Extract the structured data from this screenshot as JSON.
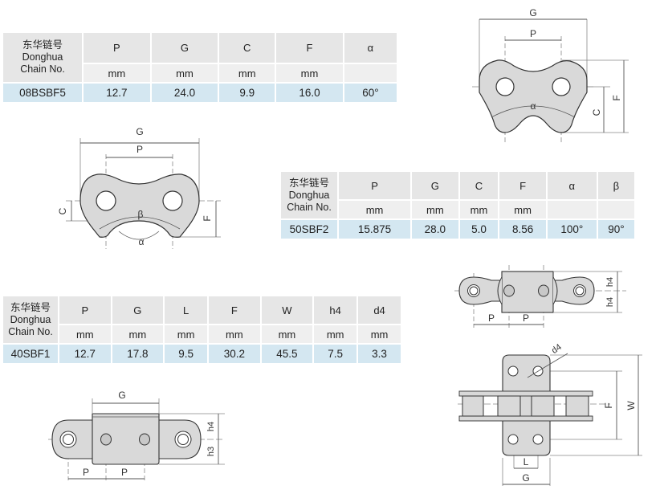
{
  "label": {
    "cn": "东华链号",
    "en1": "Donghua",
    "en2": "Chain No."
  },
  "unit": "mm",
  "table1": {
    "headers": [
      "P",
      "G",
      "C",
      "F",
      "α"
    ],
    "units": [
      "mm",
      "mm",
      "mm",
      "mm",
      ""
    ],
    "row": {
      "name": "08BSBF5",
      "values": [
        "12.7",
        "24.0",
        "9.9",
        "16.0",
        "60°"
      ]
    }
  },
  "table2": {
    "headers": [
      "P",
      "G",
      "C",
      "F",
      "α",
      "β"
    ],
    "units": [
      "mm",
      "mm",
      "mm",
      "mm",
      "",
      ""
    ],
    "row": {
      "name": "50SBF2",
      "values": [
        "15.875",
        "28.0",
        "5.0",
        "8.56",
        "100°",
        "90°"
      ]
    }
  },
  "table3": {
    "headers": [
      "P",
      "G",
      "L",
      "F",
      "W",
      "h4",
      "d4"
    ],
    "units": [
      "mm",
      "mm",
      "mm",
      "mm",
      "mm",
      "mm",
      "mm"
    ],
    "row": {
      "name": "40SBF1",
      "values": [
        "12.7",
        "17.8",
        "9.5",
        "30.2",
        "45.5",
        "7.5",
        "3.3"
      ]
    }
  },
  "drawings": {
    "d1": {
      "G": "G",
      "P": "P",
      "C": "C",
      "F": "F",
      "alpha": "α"
    },
    "d2": {
      "G": "G",
      "P": "P",
      "C": "C",
      "F": "F",
      "alpha": "α",
      "beta": "β"
    },
    "d3": {
      "P1": "P",
      "P2": "P",
      "h4a": "h4",
      "h4b": "h4"
    },
    "d4": {
      "d4": "d4",
      "F": "F",
      "W": "W",
      "L": "L",
      "G": "G"
    },
    "d5": {
      "G": "G",
      "P1": "P",
      "P2": "P",
      "h4": "h4",
      "h3": "h3"
    }
  },
  "colors": {
    "header": "#e6e6e6",
    "row": "#d4e7f1",
    "part": "#d9d9d9"
  }
}
